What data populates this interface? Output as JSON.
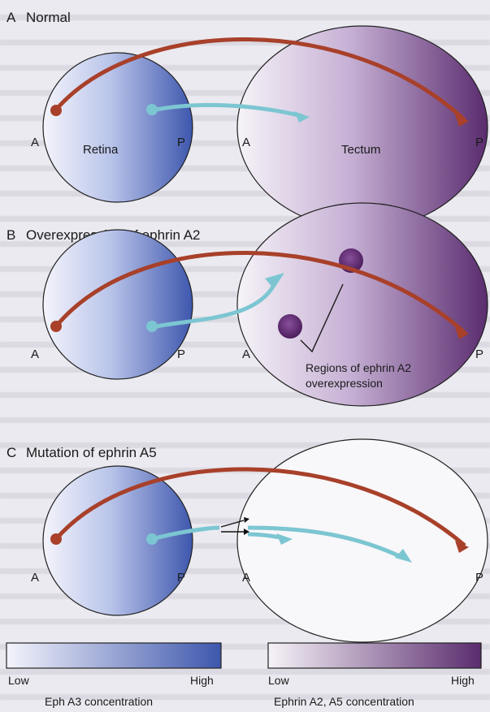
{
  "panels": [
    {
      "letter": "A",
      "title": "Normal",
      "left_A": "A",
      "retina": "Retina",
      "left_P": "P",
      "right_A": "A",
      "tectum": "Tectum",
      "right_P": "P"
    },
    {
      "letter": "B",
      "title": "Overexpression of ephrin A2",
      "left_A": "A",
      "left_P": "P",
      "right_A": "A",
      "right_P": "P",
      "annotation_line1": "Regions of ephrin A2",
      "annotation_line2": "overexpression"
    },
    {
      "letter": "C",
      "title": "Mutation of ephrin A5",
      "left_A": "A",
      "left_P": "P",
      "right_A": "A",
      "right_P": "P"
    }
  ],
  "legends": [
    {
      "low": "Low",
      "high": "High",
      "caption": "Eph A3 concentration",
      "color": "#3e57ad"
    },
    {
      "low": "Low",
      "high": "High",
      "caption": "Ephrin A2, A5 concentration",
      "color": "#5a2c6e"
    }
  ],
  "colors": {
    "temporal_axon": "#a8402a",
    "nasal_axon": "#7cc6d2",
    "retina_gradient": "#3e57ad",
    "tectum_gradient": "#5a2c6e"
  }
}
